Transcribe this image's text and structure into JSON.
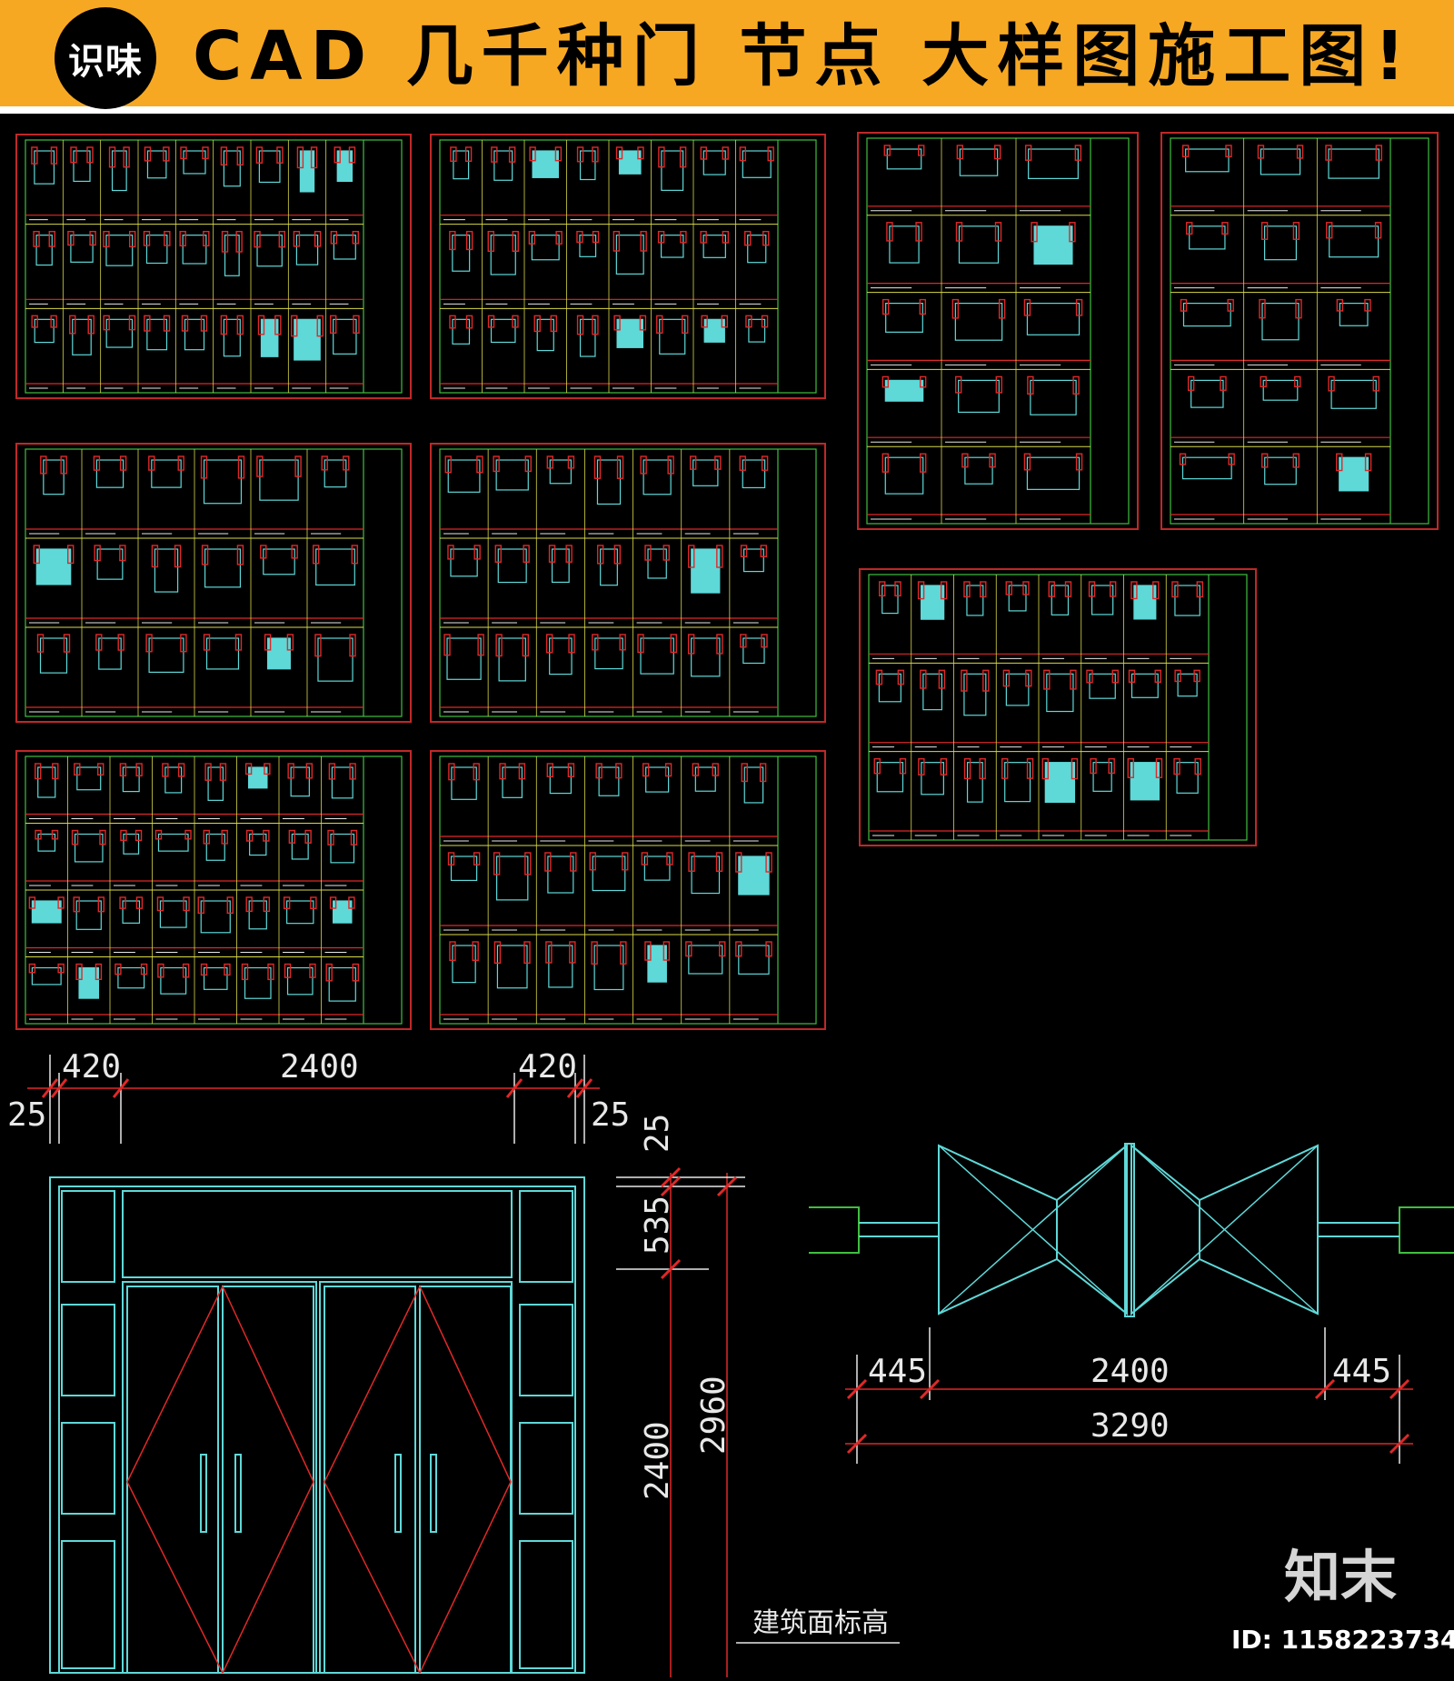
{
  "banner": {
    "logo_text": "识味",
    "headline": "CAD 几千种门 节点 大样图施工图!"
  },
  "colors": {
    "banner_bg": "#f7a823",
    "canvas_bg": "#000000",
    "sheet_border": "#c02828",
    "frame_inner": "#3fbf3f",
    "cad_cyan": "#5fd8d8",
    "cad_red": "#e02828",
    "cad_yellow": "#d8d84a",
    "cad_white": "#e8e8e8"
  },
  "elevation": {
    "dims_top": [
      "25",
      "420",
      "2400",
      "420",
      "25"
    ],
    "dims_side": [
      "25",
      "535",
      "2400",
      "2960"
    ],
    "floor_label": "建筑面标高"
  },
  "plan": {
    "dims_row1": [
      "445",
      "2400",
      "445"
    ],
    "dim_total": "3290"
  },
  "watermark": {
    "brand": "知末",
    "id_text": "ID: 1158223734"
  }
}
